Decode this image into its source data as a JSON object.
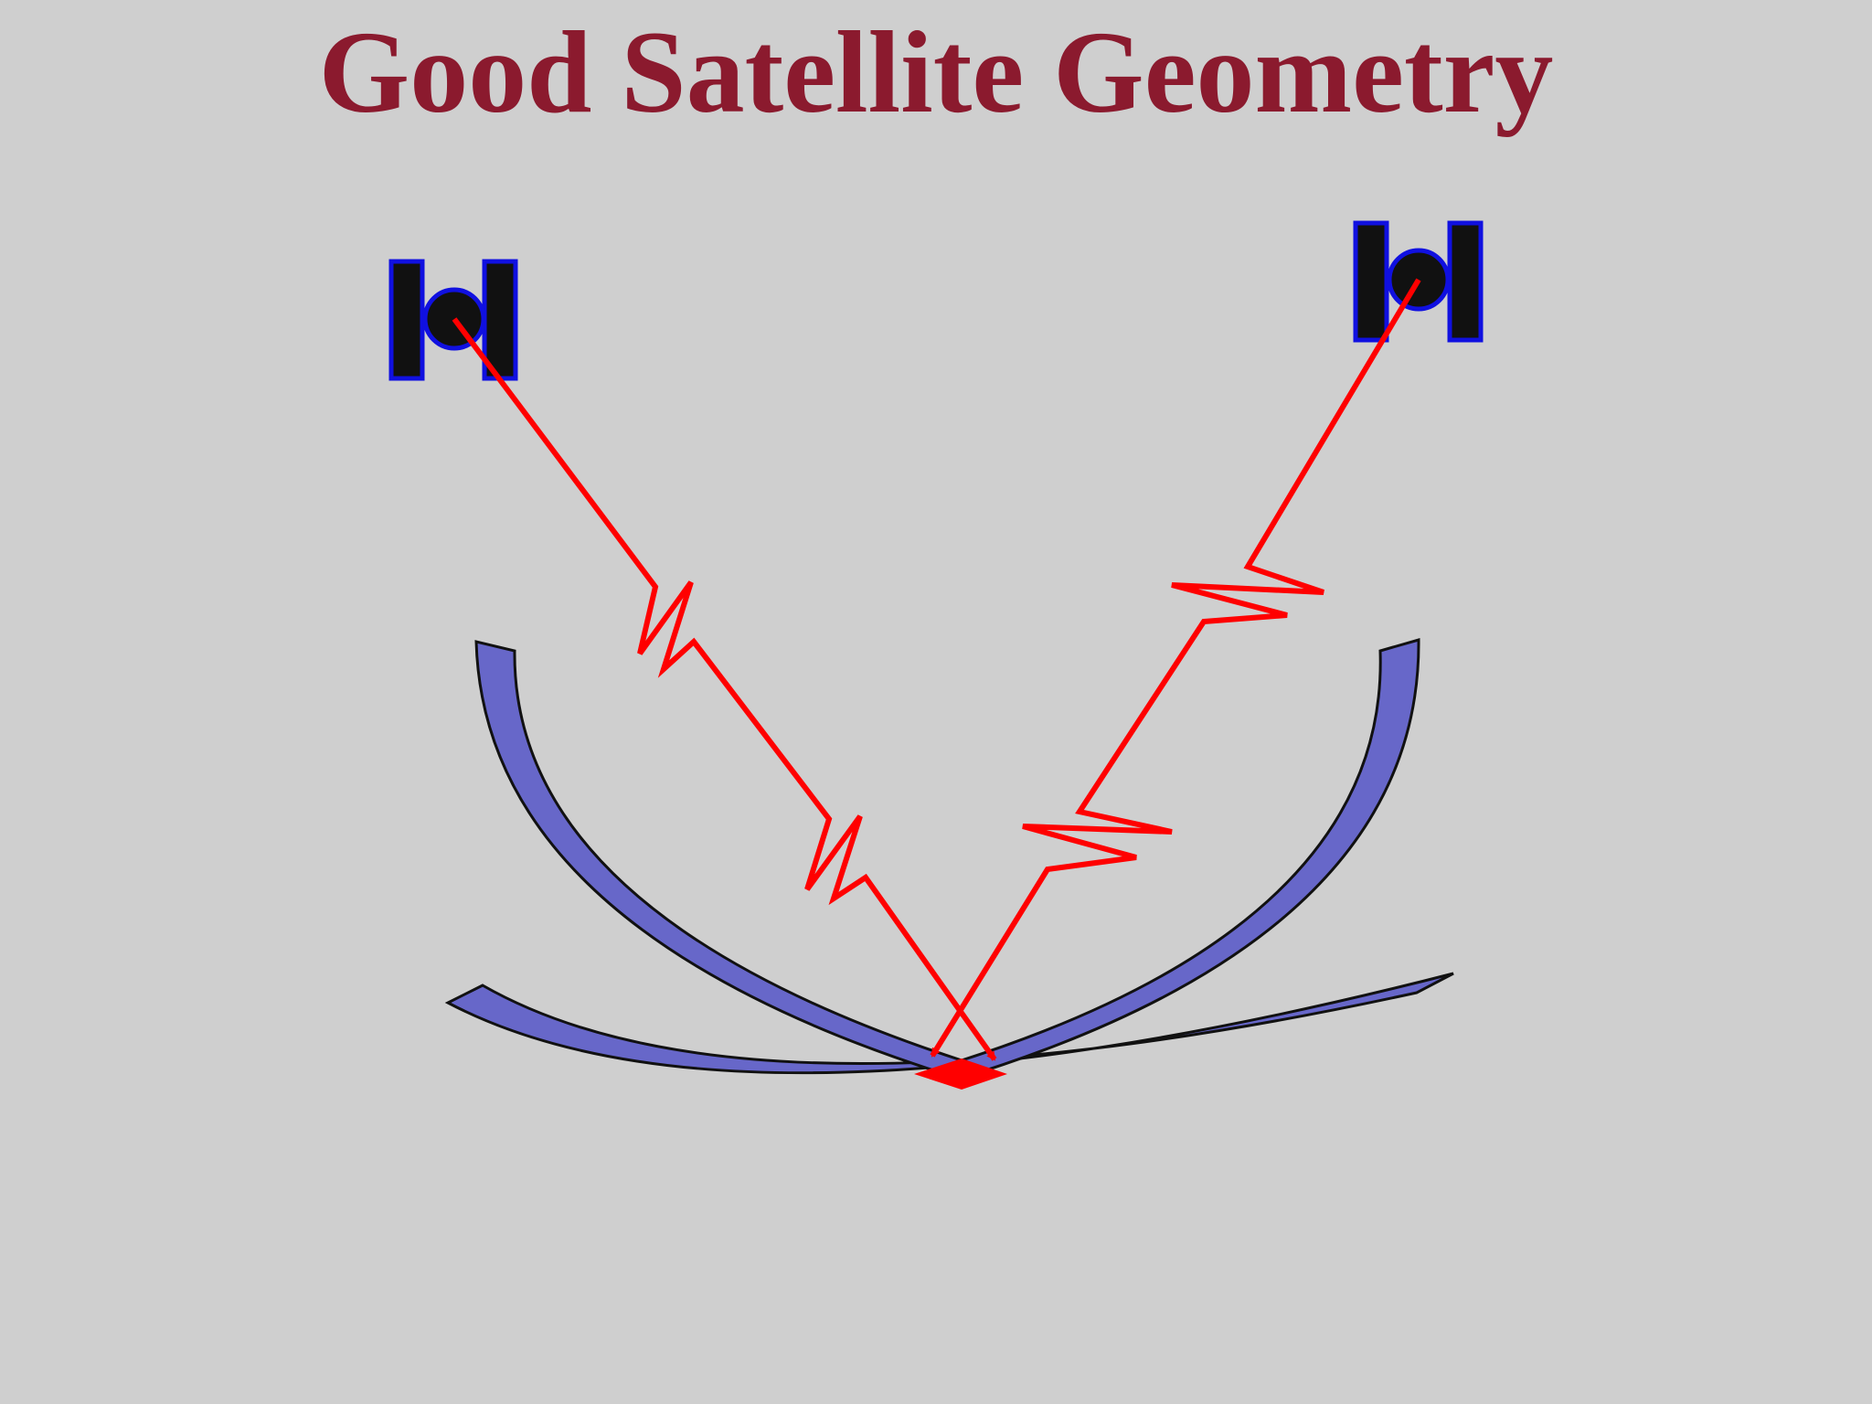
{
  "title": "Good Satellite Geometry",
  "colors": {
    "background": "#cfcfcf",
    "title": "#8b1a2e",
    "range_band_fill": "#6767c9",
    "range_band_stroke": "#111111",
    "signal": "#ff0000",
    "position_fix": "#ff0000",
    "satellite_body": "#111111",
    "satellite_outline": "#1010e0"
  },
  "icons": {
    "satellite": "satellite-icon",
    "signal": "signal-path",
    "position_fix": "position-fix-marker"
  }
}
